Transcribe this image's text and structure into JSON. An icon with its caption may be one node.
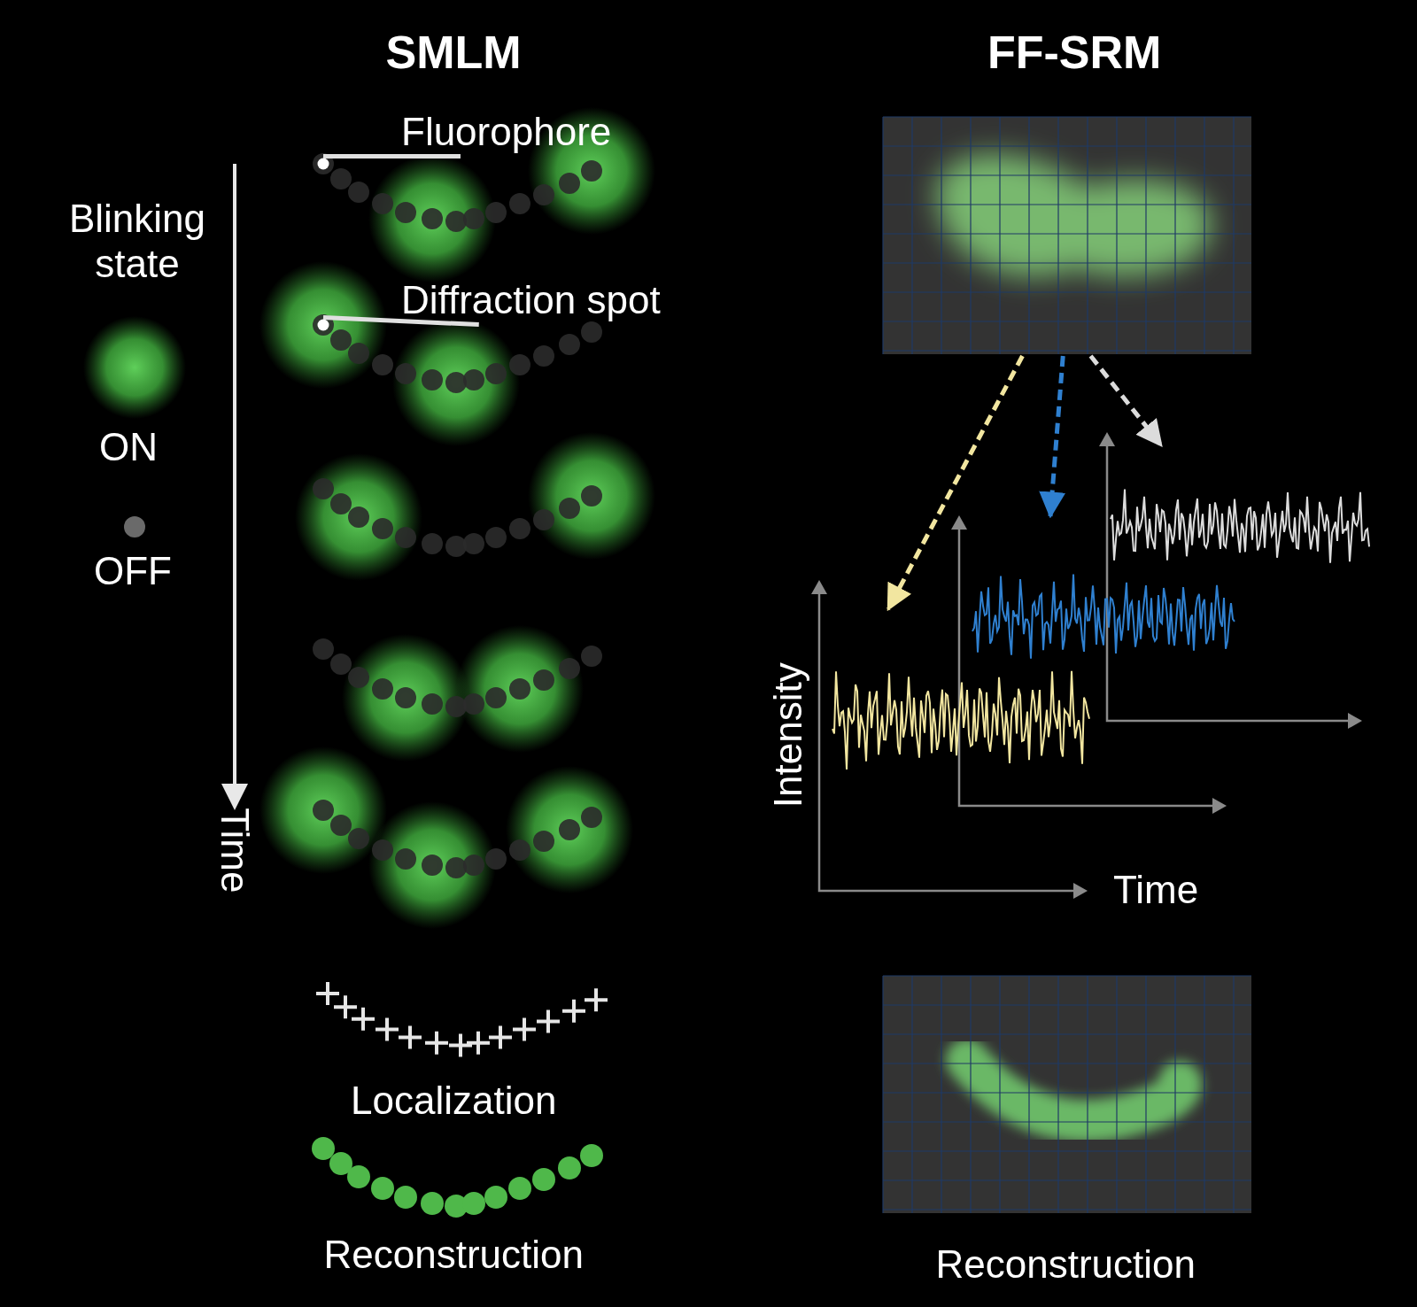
{
  "diagram": {
    "nodes": [
      {
        "text": [
          "Fluorophore"
        ]
      },
      {
        "text": [],
        "shape": "circle"
      },
      {
        "text": [
          "Diffraction spot"
        ]
      },
      {
        "text": [],
        "shape": "circle"
      },
      {
        "text": [],
        "shape": "picture"
      },
      {
        "text": [],
        "shape": "picture"
      },
      {
        "text": [],
        "shape": "picture"
      },
      {
        "text": [],
        "shape": "picture"
      },
      {
        "text": [],
        "shape": "picture"
      }
    ],
    "edges": [
      {
        "from": 0,
        "to": 1,
        "arrow": "none"
      },
      {
        "from": 2,
        "to": 3,
        "arrow": "none"
      },
      {
        "from": 4,
        "to": 5,
        "arrow": "to",
        "style": "dashed",
        "color": "#f2e6a0"
      },
      {
        "from": 4,
        "to": 6,
        "arrow": "to",
        "style": "dashed",
        "color": "#2f80d0"
      },
      {
        "from": 4,
        "to": 7,
        "arrow": "to",
        "style": "dashed",
        "color": "#dcdcdc"
      }
    ],
    "labels": [
      "SMLM",
      "FF-SRM",
      "Blinking state",
      "ON",
      "OFF",
      "Time",
      "Localization",
      "Reconstruction",
      "Intensity",
      "Time",
      "Reconstruction"
    ]
  }
}
